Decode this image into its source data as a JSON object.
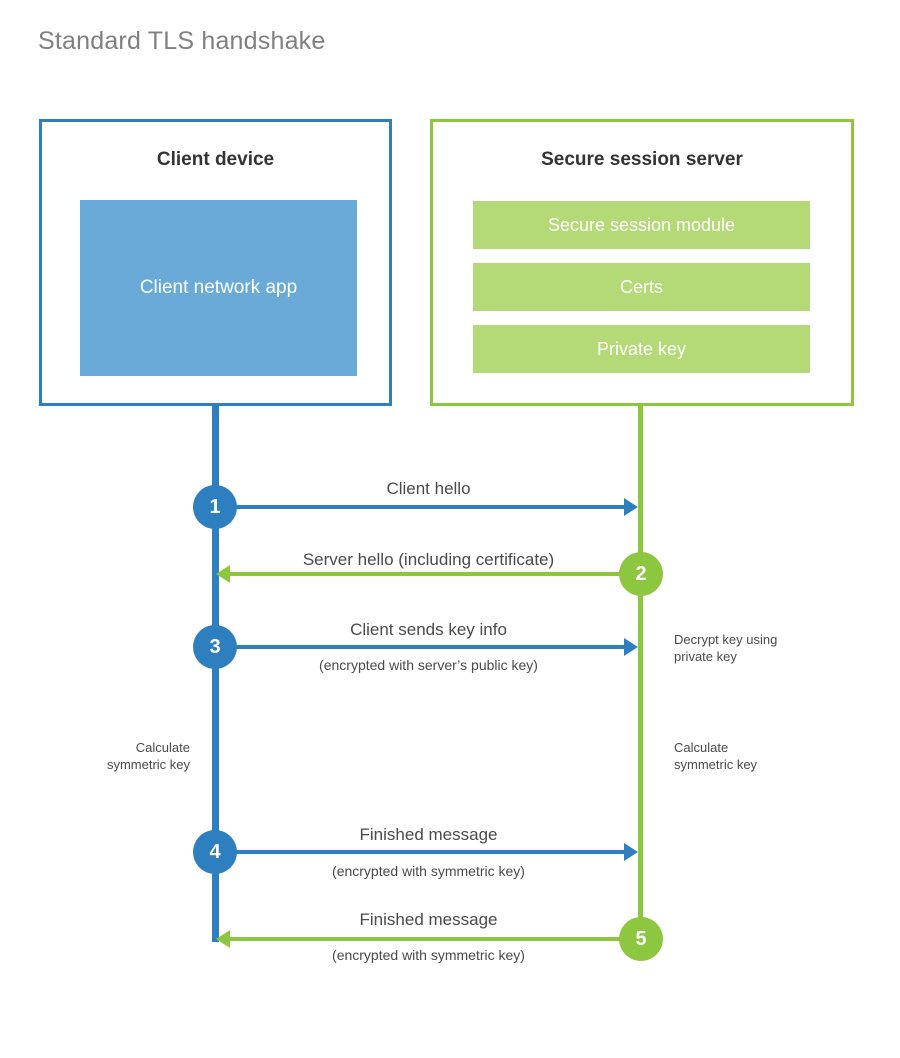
{
  "title": "Standard TLS handshake",
  "colors": {
    "client_blue": "#2e7fc0",
    "client_app_fill": "#6aaad8",
    "server_green": "#8dc63f",
    "server_bar_fill": "#b4d977",
    "text_gray": "#4a4a4a",
    "heading_dark": "#333333",
    "title_gray": "#808080"
  },
  "client": {
    "title": "Client device",
    "app_label": "Client network app"
  },
  "server": {
    "title": "Secure session server",
    "components": [
      {
        "label": "Secure session module"
      },
      {
        "label": "Certs"
      },
      {
        "label": "Private key"
      }
    ]
  },
  "steps": [
    {
      "number": "1",
      "label": "Client hello",
      "sublabel": "",
      "direction": "client-to-server",
      "color": "blue"
    },
    {
      "number": "2",
      "label": "Server hello (including certificate)",
      "sublabel": "",
      "direction": "server-to-client",
      "color": "green"
    },
    {
      "number": "3",
      "label": "Client sends key info",
      "sublabel": "(encrypted with server’s public key)",
      "direction": "client-to-server",
      "color": "blue"
    },
    {
      "number": "4",
      "label": "Finished message",
      "sublabel": "(encrypted with symmetric key)",
      "direction": "client-to-server",
      "color": "blue"
    },
    {
      "number": "5",
      "label": "Finished message",
      "sublabel": "(encrypted with symmetric key)",
      "direction": "server-to-client",
      "color": "green"
    }
  ],
  "annotations": {
    "server_decrypt": "Decrypt key using\nprivate key",
    "client_calculate": "Calculate\nsymmetric key",
    "server_calculate": "Calculate\nsymmetric key"
  }
}
